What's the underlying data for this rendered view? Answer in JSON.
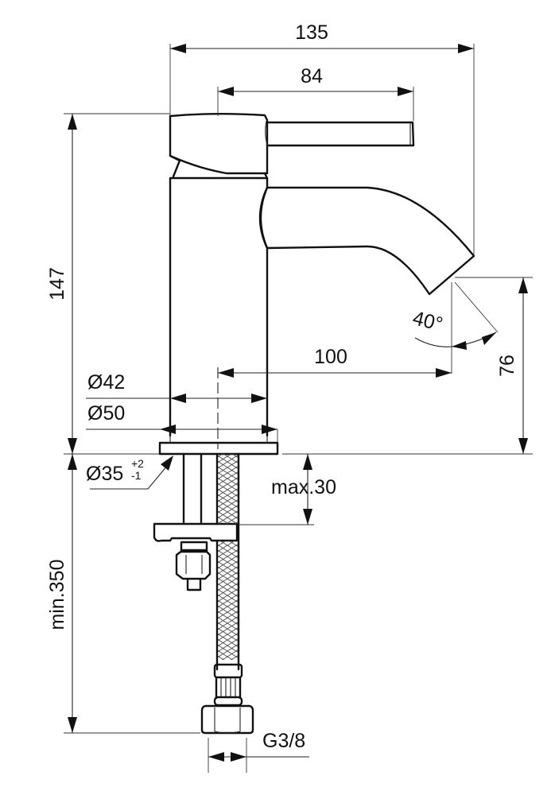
{
  "drawing": {
    "subject": "Single-lever basin mixer tap - technical dimension drawing",
    "line_color": "#111111",
    "background": "#ffffff",
    "dimensions": {
      "overall_width": "135",
      "lever_reach": "84",
      "overall_height": "147",
      "spout_projection": "100",
      "spout_outlet_height": "76",
      "spout_angle": "40°",
      "body_diameter": "Ø42",
      "base_diameter": "Ø50",
      "hole_diameter": "Ø35",
      "hole_tolerance_plus": "+2",
      "hole_tolerance_minus": "-1",
      "max_deck_thickness": "max.30",
      "min_hose_length": "min.350",
      "connection_thread": "G3/8"
    }
  }
}
